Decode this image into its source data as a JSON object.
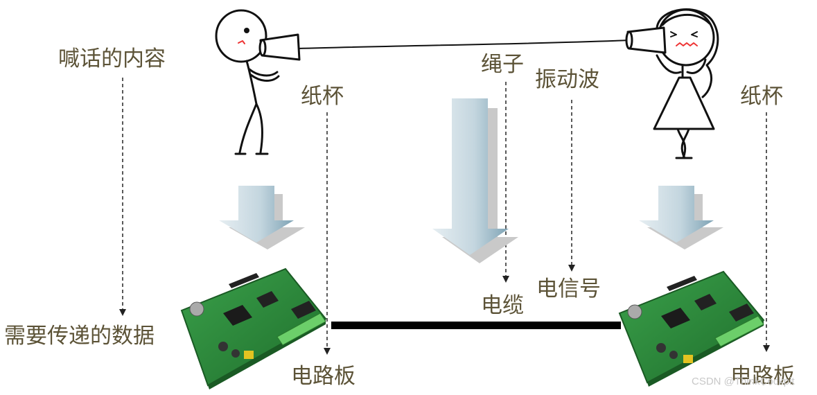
{
  "labels": {
    "spoken_content": "喊话的内容",
    "rope": "绳子",
    "vibration_wave": "振动波",
    "paper_cup_left": "纸杯",
    "paper_cup_right": "纸杯",
    "data_to_transmit": "需要传递的数据",
    "cable": "电缆",
    "electric_signal": "电信号",
    "circuit_board_left": "电路板",
    "circuit_board_right": "电路板"
  },
  "watermark": "CSDN @ThinkCockpit",
  "colors": {
    "label_text": "#5c5337",
    "arrow_light": "#dbe7ed",
    "arrow_dark": "#8fb0c0",
    "arrow_shadow": "#c9c9c9",
    "pcb_green": "#2f8a3c",
    "cable": "#000000"
  }
}
